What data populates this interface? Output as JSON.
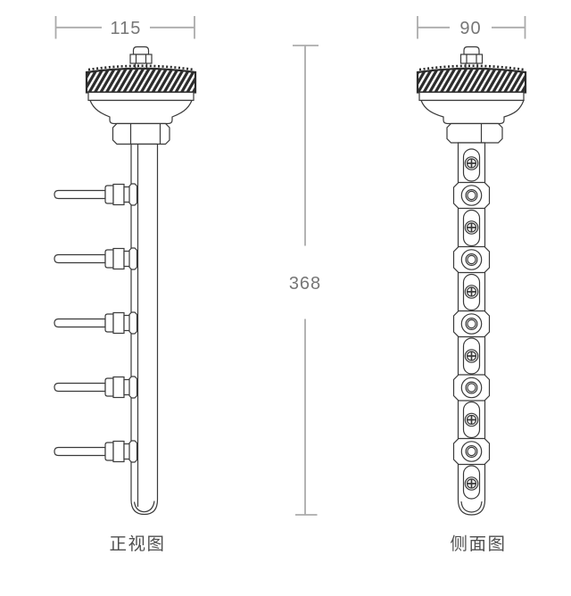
{
  "drawing": {
    "type": "engineering-drawing-two-views",
    "background": "#ffffff",
    "colors": {
      "outline": "#3a3a3a",
      "knurl_fill": "#2c2c2c",
      "dimension_line": "#ababab",
      "dimension_text": "#767676",
      "label_text": "#4f4f4f"
    },
    "dims": {
      "front_width": "115",
      "side_width": "90",
      "height": "368"
    },
    "labels": {
      "front": "正视图",
      "side": "侧面图"
    },
    "features": {
      "front_probe_count": 5,
      "side_boss_count": 5,
      "side_screw_count": 6
    }
  }
}
